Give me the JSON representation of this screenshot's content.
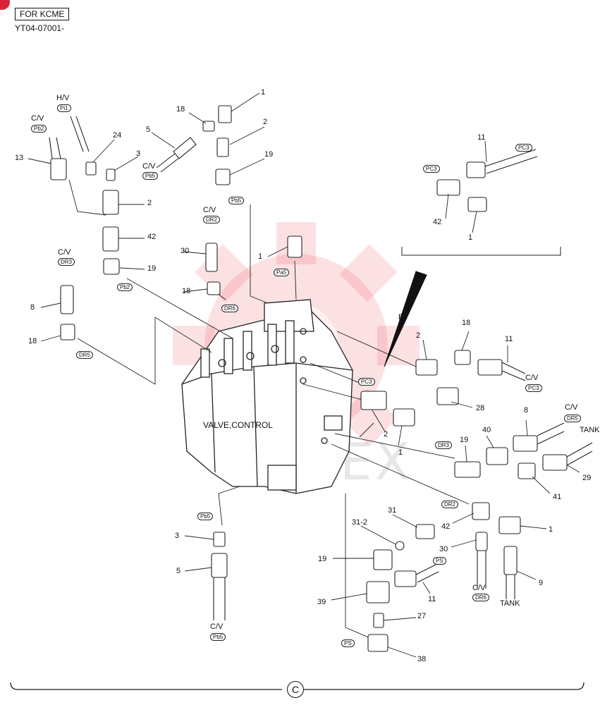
{
  "header": {
    "box_label": "FOR KCME",
    "code": "YT04-07001-"
  },
  "main_label": "VALVE,CONTROL",
  "footer_symbol": "C",
  "watermark": "ИНТЕХ",
  "callouts": {
    "n1a": "1",
    "n18a": "18",
    "n2a": "2",
    "n19a": "19",
    "n5a": "5",
    "n24": "24",
    "n3a": "3",
    "n13": "13",
    "n2b": "2",
    "n42a": "42",
    "n19b": "19",
    "n30a": "30",
    "n1b": "1",
    "n18b": "18",
    "n8a": "8",
    "n18c": "18",
    "n11a": "11",
    "n42b": "42",
    "n1c": "1",
    "n2c": "2",
    "n18d": "18",
    "n11b": "11",
    "n28": "28",
    "n2d": "2",
    "n1d": "1",
    "n8b": "8",
    "n40": "40",
    "n19c": "19",
    "n41": "41",
    "n29": "29",
    "n31": "31",
    "n31_2": "31-2",
    "n42c": "42",
    "n1e": "1",
    "n30b": "30",
    "n19d": "19",
    "n11c": "11",
    "n9": "9",
    "n39": "39",
    "n27": "27",
    "n38": "38",
    "n3b": "3",
    "n5b": "5",
    "f5": "F5"
  },
  "texts": {
    "hv": "H/V",
    "cv_a": "C/V",
    "cv_b": "C/V",
    "cv_c": "C/V",
    "cv_d": "C/V",
    "cv_e": "C/V",
    "cv_f": "C/V",
    "cv_g": "C/V",
    "cv_h": "C/V",
    "tank_a": "TANK",
    "tank_b": "TANK"
  },
  "tags": {
    "pi1": "Pi1",
    "pb2a": "Pb2",
    "pb5a": "Pb5",
    "pb5b": "Pb5",
    "dr2a": "DR2",
    "dr3a": "DR3",
    "pb2b": "Pb2",
    "dr6a": "DR6",
    "pa5": "Pa5",
    "dr5a": "DR5",
    "pc3a": "PC3",
    "pc3b": "PC3",
    "pc3c": "PC3",
    "pc3d": "PC3",
    "dr5b": "DR5",
    "dr3b": "DR3",
    "dr2b": "DR2",
    "ps1": "PS",
    "dr6b": "DR6",
    "pb5c": "Pb5",
    "pb5d": "Pb5",
    "ps2": "PS"
  }
}
